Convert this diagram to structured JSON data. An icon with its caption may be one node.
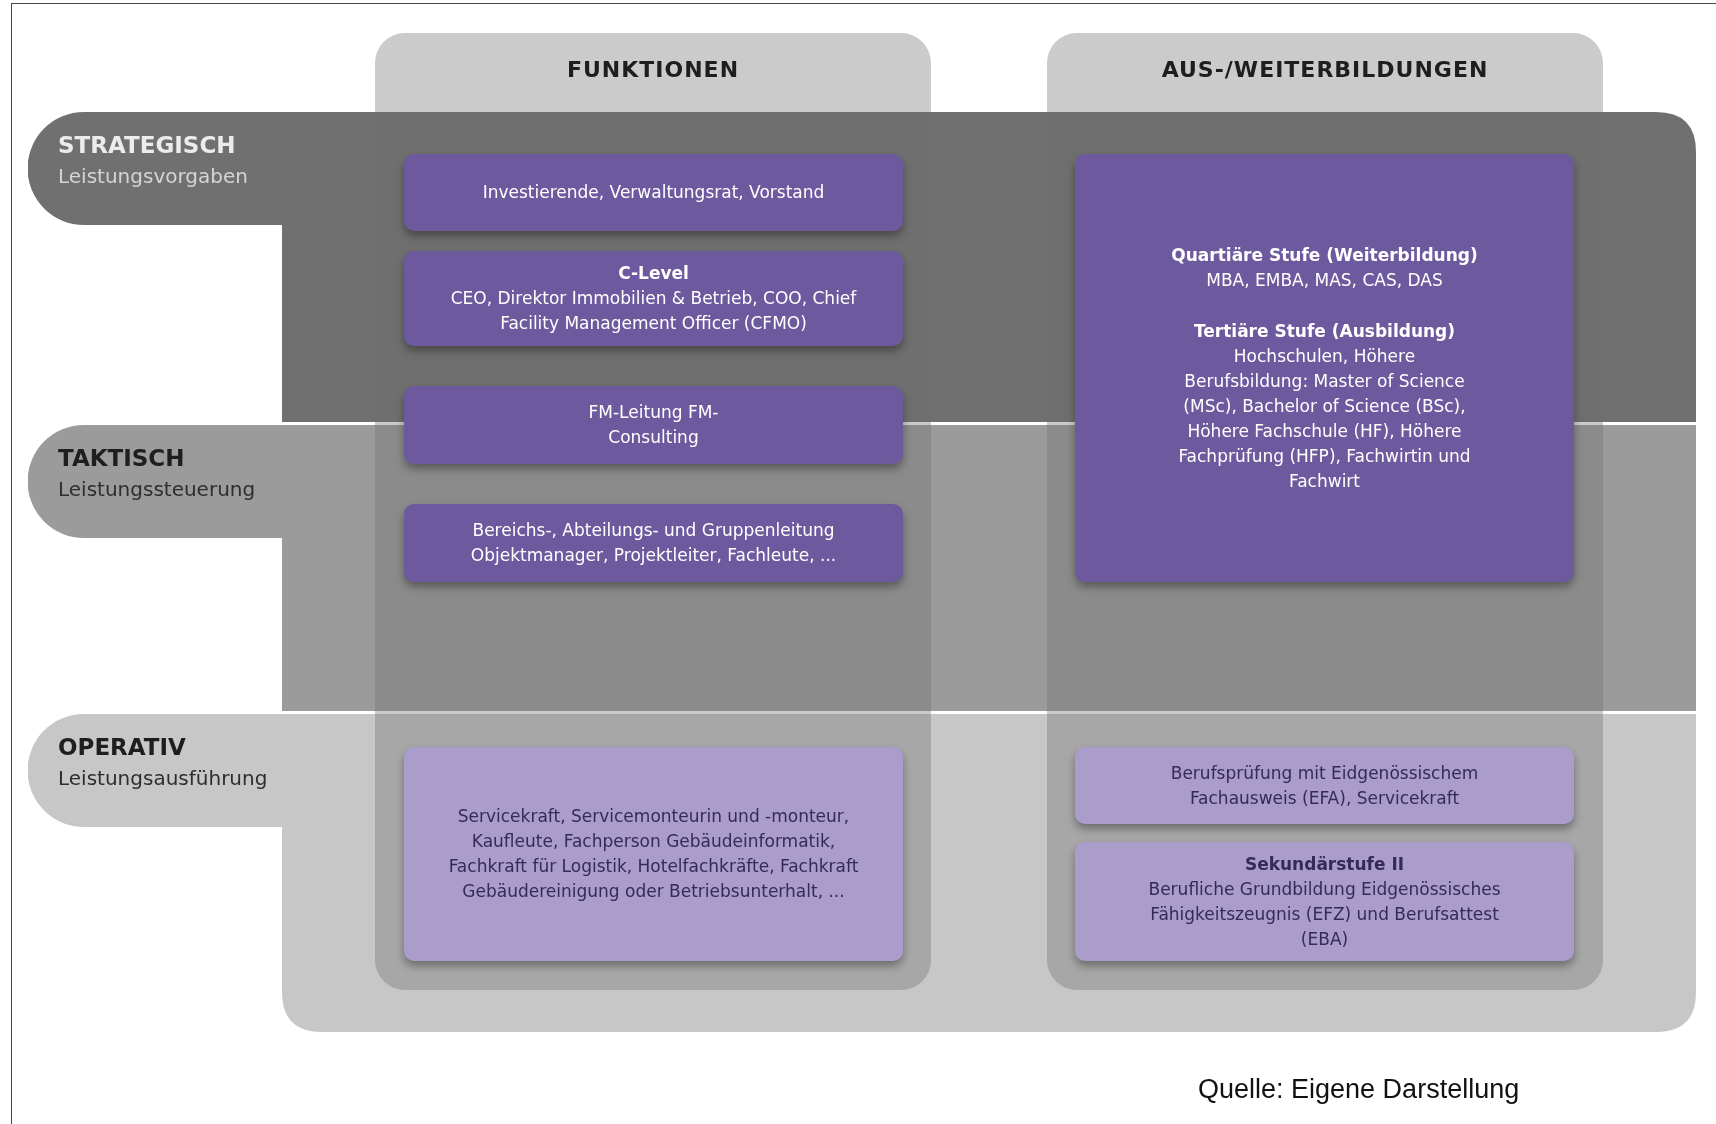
{
  "diagram": {
    "caption": "Quelle: Eigene Darstellung",
    "nodes": [
      {
        "text": [
          "STRATEGISCH",
          "Leistungsvorgaben"
        ]
      },
      {
        "text": [
          "TAKTISCH",
          "Leistungssteuerung"
        ]
      },
      {
        "text": [
          "OPERATIV",
          "Leistungsausführung"
        ]
      },
      {
        "text": [
          "FUNKTIONEN"
        ]
      },
      {
        "text": [
          "AUS-/WEITERBILDUNGEN"
        ]
      },
      {
        "text": [
          "Investierende, Verwaltungsrat, Vorstand"
        ]
      },
      {
        "text": [
          "C-Level",
          "CEO, Direktor Immobilien & Betrieb, COO, Chief Facility Management Officer (CFMO)"
        ]
      },
      {
        "text": [
          "FM-Leitung FM-Consulting"
        ],
        "in": 3
      },
      {
        "text": [
          "Bereichs-, Abteilungs- und Gruppenleitung Objektmanager, Projektleiter, Fachleute, ..."
        ]
      },
      {
        "text": [
          "Quartiäre Stufe (Weiterbildung)",
          "MBA, EMBA, MAS, CAS, DAS",
          "Tertiäre Stufe (Ausbildung)",
          "Hochschulen, Höhere Berufsbildung: Master of Science (MSc), Bachelor of Science (BSc), Höhere Fachschule (HF), Höhere Fachprüfung (HFP), Fachwirtin und Fachwirt"
        ],
        "in": 4
      },
      {
        "text": [
          "Servicekraft, Servicemonteurin und -monteur, Kaufleute, Fachperson Gebäudeinformatik, Fachkraft für Logistik, Hotelfachkräfte, Fachkraft Gebäudereinigung oder Betriebsunterhalt, ..."
        ]
      },
      {
        "text": [
          "Berufsprüfung mit Eidgenössischem Fachausweis (EFA), Servicekraft"
        ]
      },
      {
        "text": [
          "Sekundärstufe II",
          "Berufliche Grundbildung Eidgenössisches Fähigkeitszeugnis (EFZ) und Berufsattest (EBA)"
        ]
      }
    ],
    "edges": []
  }
}
